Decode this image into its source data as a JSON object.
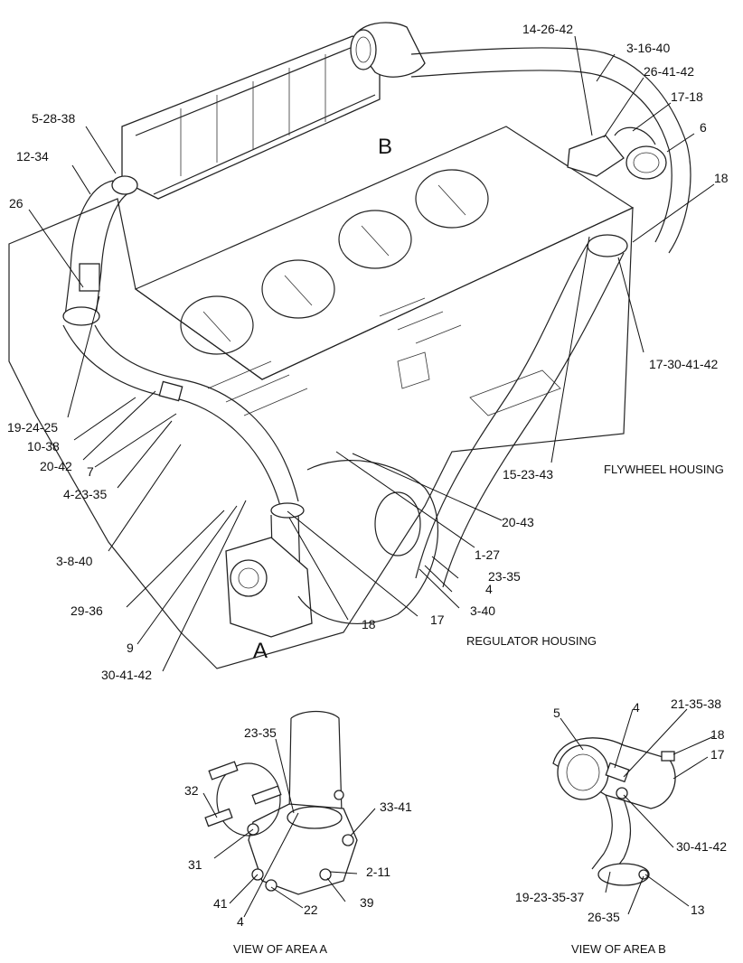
{
  "area_labels": {
    "a": "A",
    "b": "B"
  },
  "notes": {
    "flywheel_housing": "FLYWHEEL HOUSING",
    "regulator_housing": "REGULATOR HOUSING"
  },
  "view_titles": {
    "area_a": "VIEW OF AREA  A",
    "area_b": "VIEW OF AREA B"
  },
  "callouts": {
    "c_14_26_42": "14-26-42",
    "c_3_16_40": "3-16-40",
    "c_26_41_42_top": "26-41-42",
    "c_17_18": "17-18",
    "c_6": "6",
    "c_18_right": "18",
    "c_5_28_38": "5-28-38",
    "c_12_34": "12-34",
    "c_26_left": "26",
    "c_17_30_41_42": "17-30-41-42",
    "c_19_24_25": "19-24-25",
    "c_10_38": "10-38",
    "c_20_42": "20-42",
    "c_7": "7",
    "c_4_23_35": "4-23-35",
    "c_15_23_43": "15-23-43",
    "c_20_43": "20-43",
    "c_3_8_40": "3-8-40",
    "c_1_27": "1-27",
    "c_23_35_mid": "23-35",
    "c_4_mid": "4",
    "c_29_36": "29-36",
    "c_3_40": "3-40",
    "c_17_mid": "17",
    "c_18_mid": "18",
    "c_9": "9",
    "c_30_41_42_left": "30-41-42",
    "a_23_35": "23-35",
    "a_33_41": "33-41",
    "a_32": "32",
    "a_31": "31",
    "a_2_11": "2-11",
    "a_41": "41",
    "a_22": "22",
    "a_39": "39",
    "a_4": "4",
    "b_5": "5",
    "b_4": "4",
    "b_21_35_38": "21-35-38",
    "b_18": "18",
    "b_17": "17",
    "b_30_41_42": "30-41-42",
    "b_19_23_35_37": "19-23-35-37",
    "b_13": "13",
    "b_26_35": "26-35"
  }
}
